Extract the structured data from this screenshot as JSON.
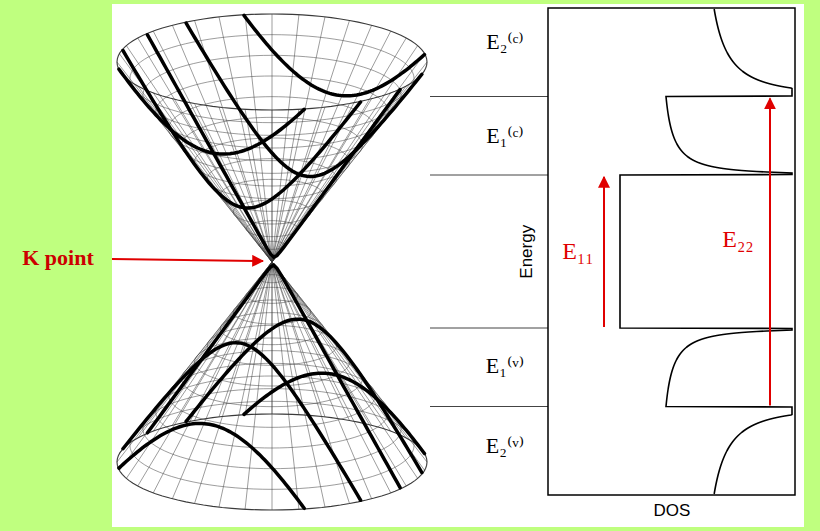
{
  "diagram": {
    "labels": [
      "E₂⁽ᶜ⁾",
      "E₁⁽ᶜ⁾",
      "K point",
      "Energy",
      "E₁₁",
      "E₂₂",
      "E₁⁽ᵛ⁾",
      "E₂⁽ᵛ⁾",
      "DOS"
    ]
  }
}
